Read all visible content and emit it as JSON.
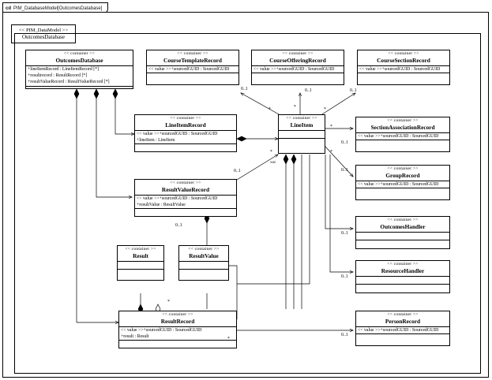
{
  "diagram": {
    "frame_kind": "cd",
    "frame_title": "PIM_DatabaseModel[OutcomesDatabase]",
    "package_stereotype": "<< PIM_DataModel >>",
    "package_name": "OutcomesDatabase",
    "constraint_label": "xor"
  },
  "stereotypes": {
    "container": "<< container >>",
    "value": "<< value >>"
  },
  "classes": {
    "outcomes_database": {
      "stereotype": "<< container >>",
      "name": "OutcomesDatabase",
      "attributes": [
        "+lineItemRecord : LineItemRecord [*]",
        "+resultrecord : ResultRecord [*]",
        "+resultValueRecord : ResultValueRecord [*]"
      ]
    },
    "course_template_record": {
      "stereotype": "<< container >>",
      "name": "CourseTemplateRecord",
      "attributes": [
        "<< value >>+sourcedGUID : SourcedGUID"
      ]
    },
    "course_offering_record": {
      "stereotype": "<< container >>",
      "name": "CourseOfferingRecord",
      "attributes": [
        "<< value >>+sourcedGUID : SourcedGUID"
      ]
    },
    "course_section_record": {
      "stereotype": "<< container >>",
      "name": "CourseSectionRecord",
      "attributes": [
        "<< value >>+sourcedGUID : SourcedGUID"
      ]
    },
    "line_item_record": {
      "stereotype": "<< container >>",
      "name": "LineItemRecord",
      "attributes": [
        "<< value >>+sourcedGUID : SourcedGUID",
        "+lineItem : LineItem"
      ]
    },
    "line_item": {
      "stereotype": "<< container >>",
      "name": "LineItem",
      "attributes": []
    },
    "section_association_record": {
      "stereotype": "<< container >>",
      "name": "SectionAssociationRecord",
      "attributes": [
        "<< value >>+sourcedGUID : SourcedGUID"
      ]
    },
    "group_record": {
      "stereotype": "<< container >>",
      "name": "GroupRecord",
      "attributes": [
        "<< value >>+sourcedGUID : SourcedGUID"
      ]
    },
    "result_value_record": {
      "stereotype": "<< container >>",
      "name": "ResultValueRecord",
      "attributes": [
        "<< value >>+sourcedGUID : SourcedGUID",
        "+resultValue : ResultValue"
      ]
    },
    "outcomes_handler": {
      "stereotype": "<< container >>",
      "name": "OutcomesHandler",
      "attributes": []
    },
    "resource_handler": {
      "stereotype": "<< container >>",
      "name": "ResourceHandler",
      "attributes": []
    },
    "result": {
      "stereotype": "<< container >>",
      "name": "Result",
      "attributes": []
    },
    "result_value": {
      "stereotype": "<< container >>",
      "name": "ResultValue",
      "attributes": []
    },
    "result_record": {
      "stereotype": "<< container >>",
      "name": "ResultRecord",
      "attributes": [
        "<< value >>+sourcedGUID : SourcedGUID",
        "+result : Result"
      ]
    },
    "person_record": {
      "stereotype": "<< container >>",
      "name": "PersonRecord",
      "attributes": [
        "<< value >>+sourcedGUID : SourcedGUID"
      ]
    }
  },
  "multiplicities": {
    "m01_a": "0..1",
    "m01_b": "0..1",
    "m01_c": "0..1",
    "m01_d": "0..1",
    "m01_e": "0..1",
    "m01_f": "0..1",
    "m01_g": "0..1",
    "m01_h": "0..1",
    "m01_i": "0..1",
    "m01_j": "0..1",
    "star_a": "*",
    "star_b": "*",
    "star_c": "*",
    "star_d": "*",
    "star_e": "*",
    "star_f": "*",
    "star_g": "*",
    "star_h": "*"
  },
  "colors": {
    "line": "#000000",
    "background": "#ffffff"
  }
}
